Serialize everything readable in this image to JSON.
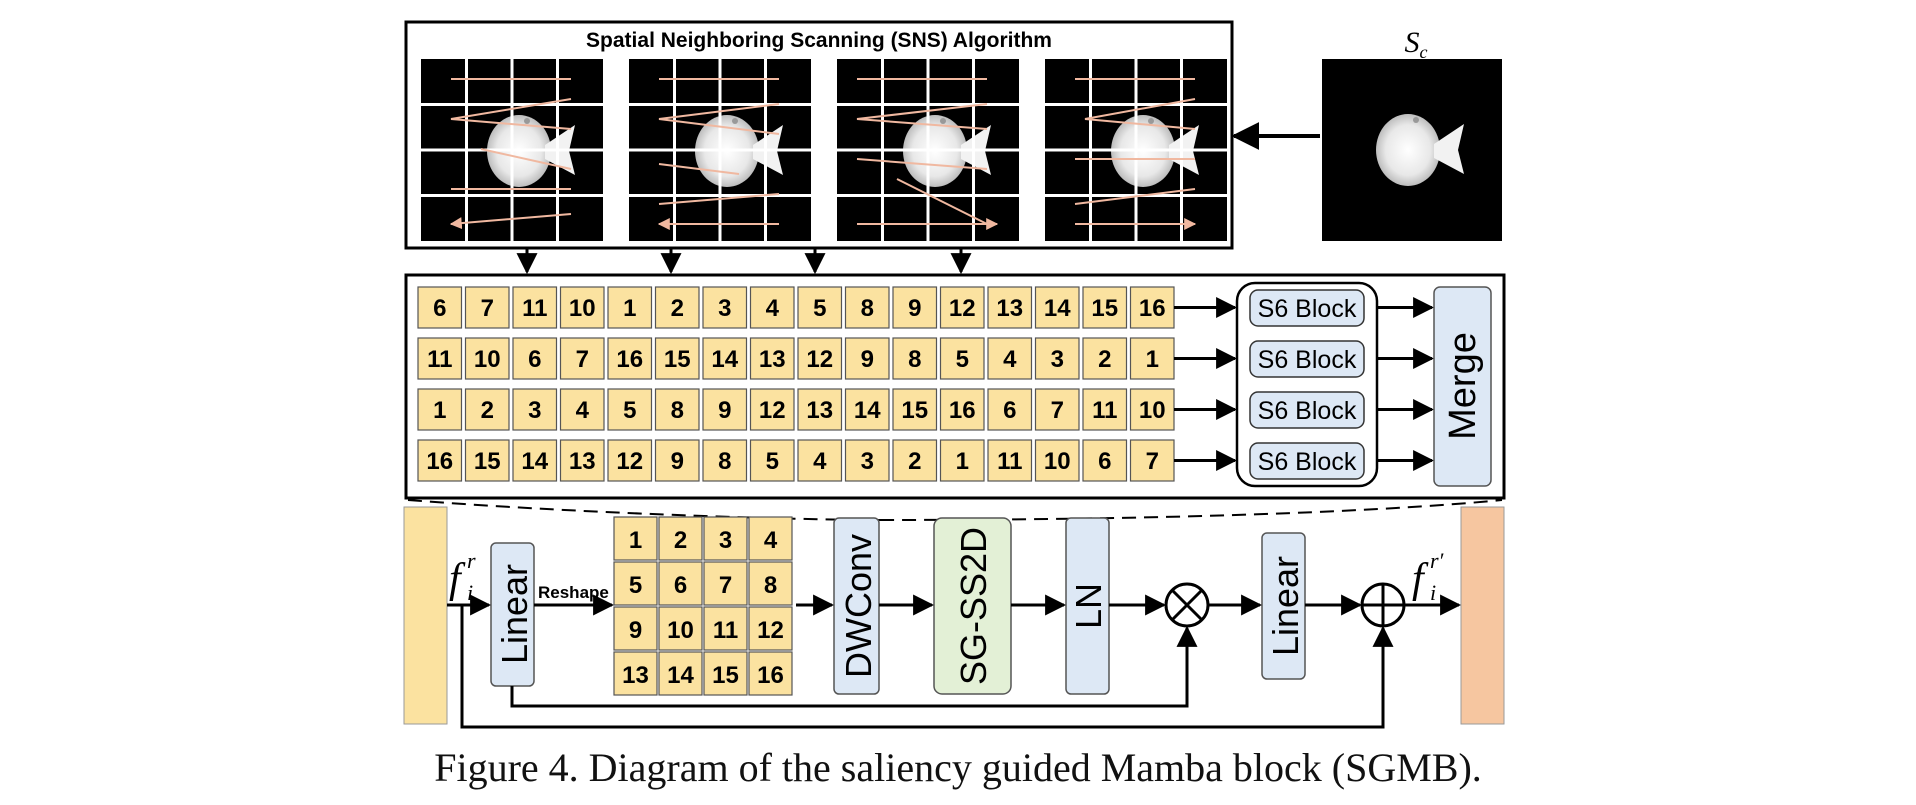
{
  "sns": {
    "title": "Spatial Neighboring Scanning (SNS) Algorithm"
  },
  "saliency_label": "S",
  "saliency_sub": "c",
  "sequences": [
    [
      "6",
      "7",
      "11",
      "10",
      "1",
      "2",
      "3",
      "4",
      "5",
      "8",
      "9",
      "12",
      "13",
      "14",
      "15",
      "16"
    ],
    [
      "11",
      "10",
      "6",
      "7",
      "16",
      "15",
      "14",
      "13",
      "12",
      "9",
      "8",
      "5",
      "4",
      "3",
      "2",
      "1"
    ],
    [
      "1",
      "2",
      "3",
      "4",
      "5",
      "8",
      "9",
      "12",
      "13",
      "14",
      "15",
      "16",
      "6",
      "7",
      "11",
      "10"
    ],
    [
      "16",
      "15",
      "14",
      "13",
      "12",
      "9",
      "8",
      "5",
      "4",
      "3",
      "2",
      "1",
      "11",
      "10",
      "6",
      "7"
    ]
  ],
  "s6_label": "S6 Block",
  "merge_label": "Merge",
  "grid": [
    "1",
    "2",
    "3",
    "4",
    "5",
    "6",
    "7",
    "8",
    "9",
    "10",
    "11",
    "12",
    "13",
    "14",
    "15",
    "16"
  ],
  "labels": {
    "reshape": "Reshape",
    "linear": "Linear",
    "dwconv": "DWConv",
    "sgss2d": "SG-SS2D",
    "ln": "LN",
    "input_f": "f",
    "input_sub": "i",
    "input_sup": "r",
    "output_f": "f",
    "output_sub": "i",
    "output_sup": "r′"
  },
  "caption": "Figure 4. Diagram of the saliency guided Mamba block (SGMB).",
  "colors": {
    "cell_fill": "#fbe2a0",
    "block_blue": "#dde8f5",
    "block_green": "#e3f0d6",
    "input_bar": "#fbe2a0",
    "output_bar": "#f6c6a0",
    "arrow_pink": "#f0b8a0"
  }
}
